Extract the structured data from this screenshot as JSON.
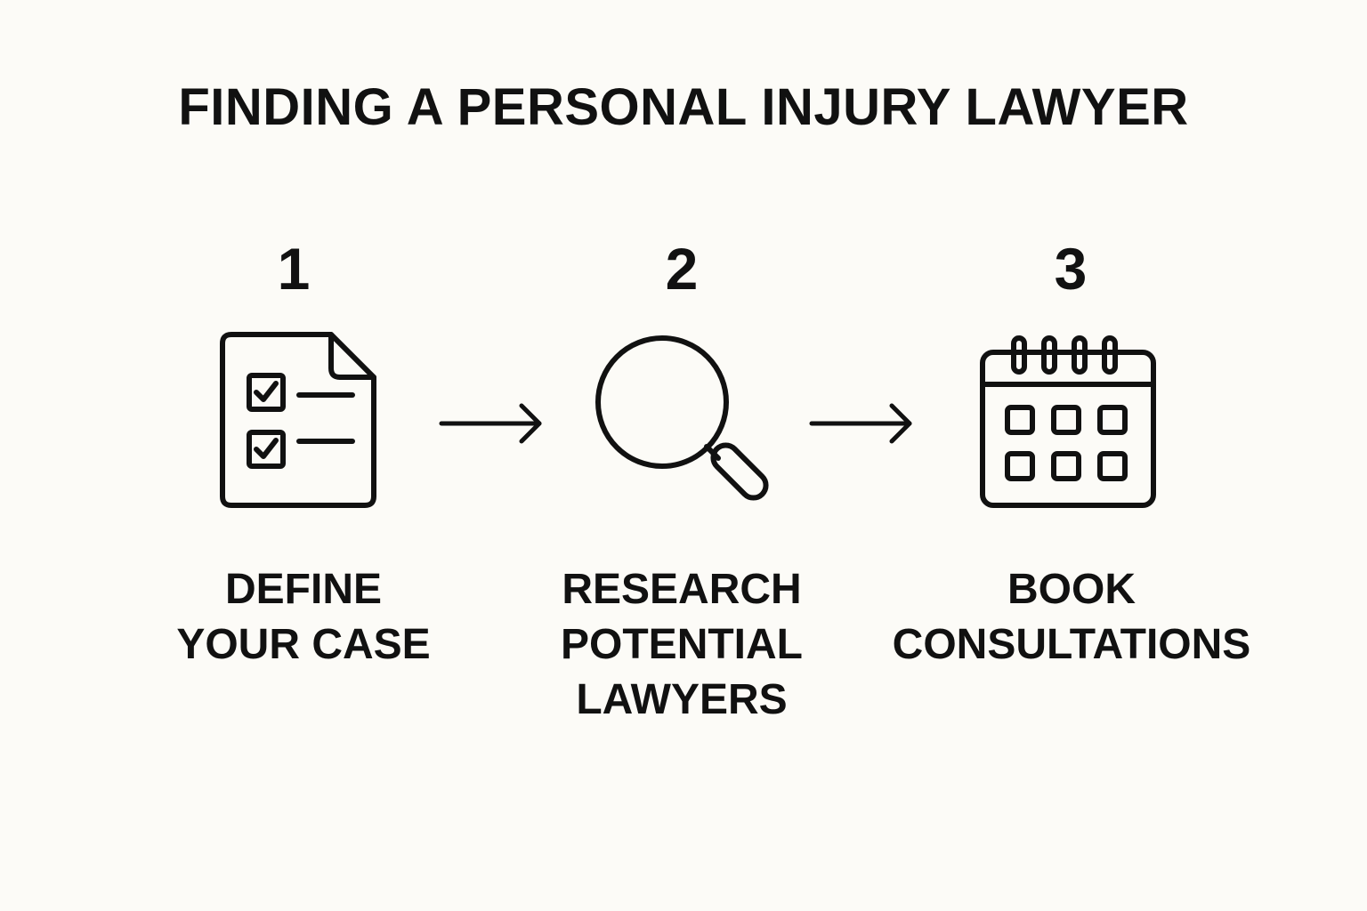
{
  "title": "FINDING A PERSONAL INJURY LAWYER",
  "steps": [
    {
      "number": "1",
      "label_lines": [
        "DEFINE",
        "YOUR CASE"
      ],
      "icon": "checklist-document-icon"
    },
    {
      "number": "2",
      "label_lines": [
        "RESEARCH",
        "POTENTIAL",
        "LAWYERS"
      ],
      "icon": "magnifying-glass-icon"
    },
    {
      "number": "3",
      "label_lines": [
        "BOOK",
        "CONSULTATIONS"
      ],
      "icon": "calendar-icon"
    }
  ],
  "connectors": [
    "right-arrow-icon",
    "right-arrow-icon"
  ],
  "colors": {
    "background": "#fcfbf7",
    "ink": "#111111"
  }
}
